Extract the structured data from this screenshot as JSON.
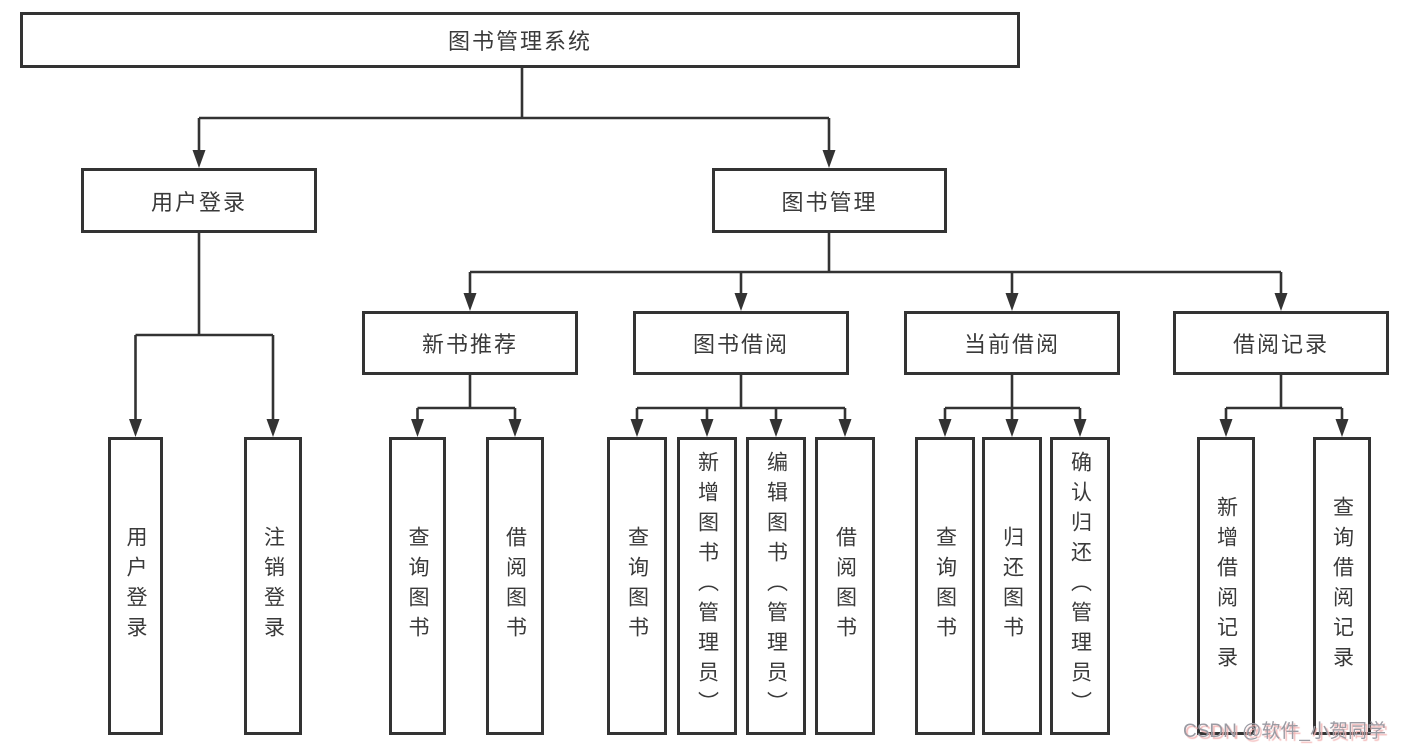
{
  "nodes": {
    "root": {
      "label": "图书管理系统"
    },
    "branches": [
      {
        "label": "用户登录"
      },
      {
        "label": "图书管理"
      }
    ],
    "groups": [
      {
        "label": "新书推荐"
      },
      {
        "label": "图书借阅"
      },
      {
        "label": "当前借阅"
      },
      {
        "label": "借阅记录"
      }
    ],
    "leaves": [
      {
        "label": "用户登录"
      },
      {
        "label": "注销登录"
      },
      {
        "label": "查询图书"
      },
      {
        "label": "借阅图书"
      },
      {
        "label": "查询图书"
      },
      {
        "label": "新增图书（管理员）"
      },
      {
        "label": "编辑图书（管理员）"
      },
      {
        "label": "借阅图书"
      },
      {
        "label": "查询图书"
      },
      {
        "label": "归还图书"
      },
      {
        "label": "确认归还（管理员）"
      },
      {
        "label": "新增借阅记录"
      },
      {
        "label": "查询借阅记录"
      }
    ]
  },
  "watermark": {
    "text": "CSDN @软件_小贺同学"
  },
  "colors": {
    "line": "#333333",
    "text": "#3a3a3a",
    "background": "#ffffff",
    "watermark_text": "#9b9ba3",
    "watermark_shadow": "#f3b7b7"
  }
}
